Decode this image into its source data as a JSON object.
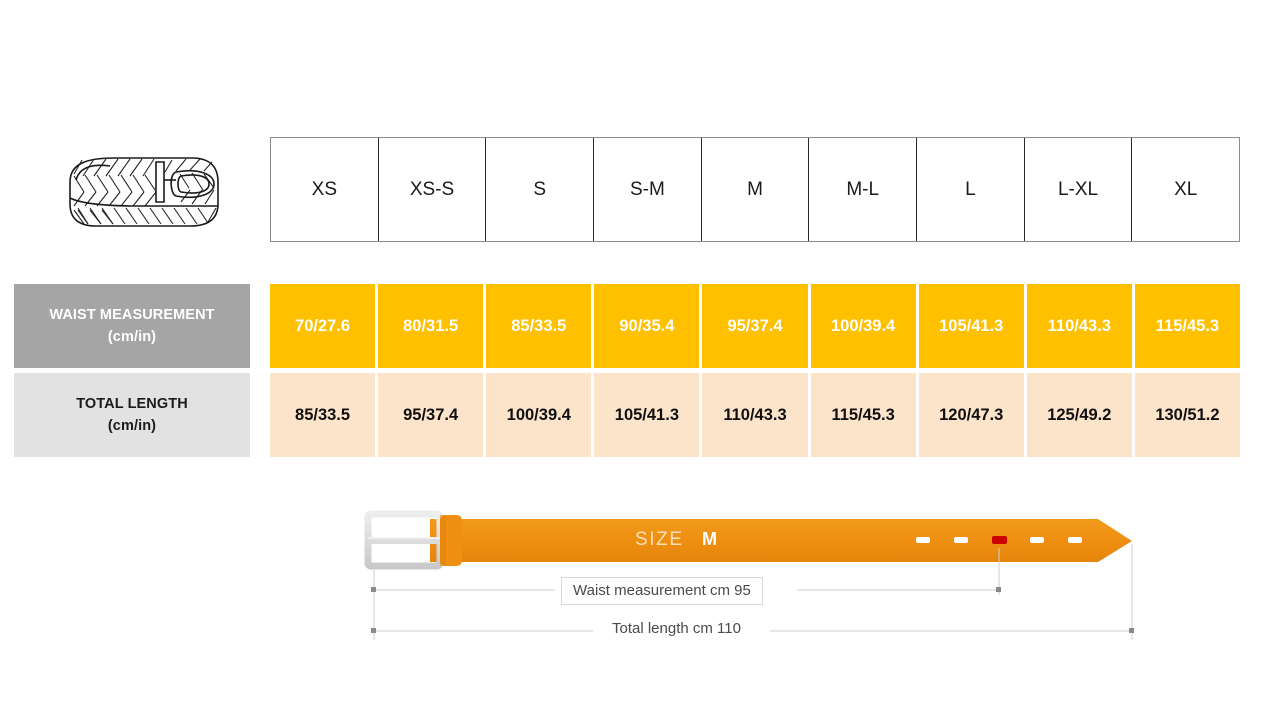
{
  "product": {
    "icon_name": "woven-belt-illustration",
    "alt": "Braided woven belt coiled with buckle"
  },
  "table": {
    "size_headers": [
      "XS",
      "XS-S",
      "S",
      "S-M",
      "M",
      "M-L",
      "L",
      "L-XL",
      "XL"
    ],
    "rows": [
      {
        "label_line1": "WAIST MEASUREMENT",
        "label_line2": "(cm/in)",
        "values": [
          "70/27.6",
          "80/31.5",
          "85/33.5",
          "90/35.4",
          "95/37.4",
          "100/39.4",
          "105/41.3",
          "110/43.3",
          "115/45.3"
        ]
      },
      {
        "label_line1": "TOTAL LENGTH",
        "label_line2": "(cm/in)",
        "values": [
          "85/33.5",
          "95/37.4",
          "100/39.4",
          "105/41.3",
          "110/43.3",
          "115/45.3",
          "120/47.3",
          "125/49.2",
          "130/51.2"
        ]
      }
    ]
  },
  "diagram": {
    "size_label": "SIZE",
    "size_value": "M",
    "waist_dimension_label": "Waist measurement cm 95",
    "total_dimension_label": "Total length cm 110",
    "belt_color": "#ef9012",
    "buckle_color": "#d5d5d5",
    "highlight_hole_color": "#cc0000",
    "hole_color": "#ffffff",
    "hole_count": 5,
    "highlighted_hole_index": 2
  },
  "colors": {
    "waist_row_bg": "#ffc000",
    "waist_label_bg": "#a5a5a5",
    "length_row_bg": "#fce4cb",
    "length_label_bg": "#e2e2e2",
    "table_border": "#8d8d8d",
    "dimension_line": "#d0d0d0"
  }
}
